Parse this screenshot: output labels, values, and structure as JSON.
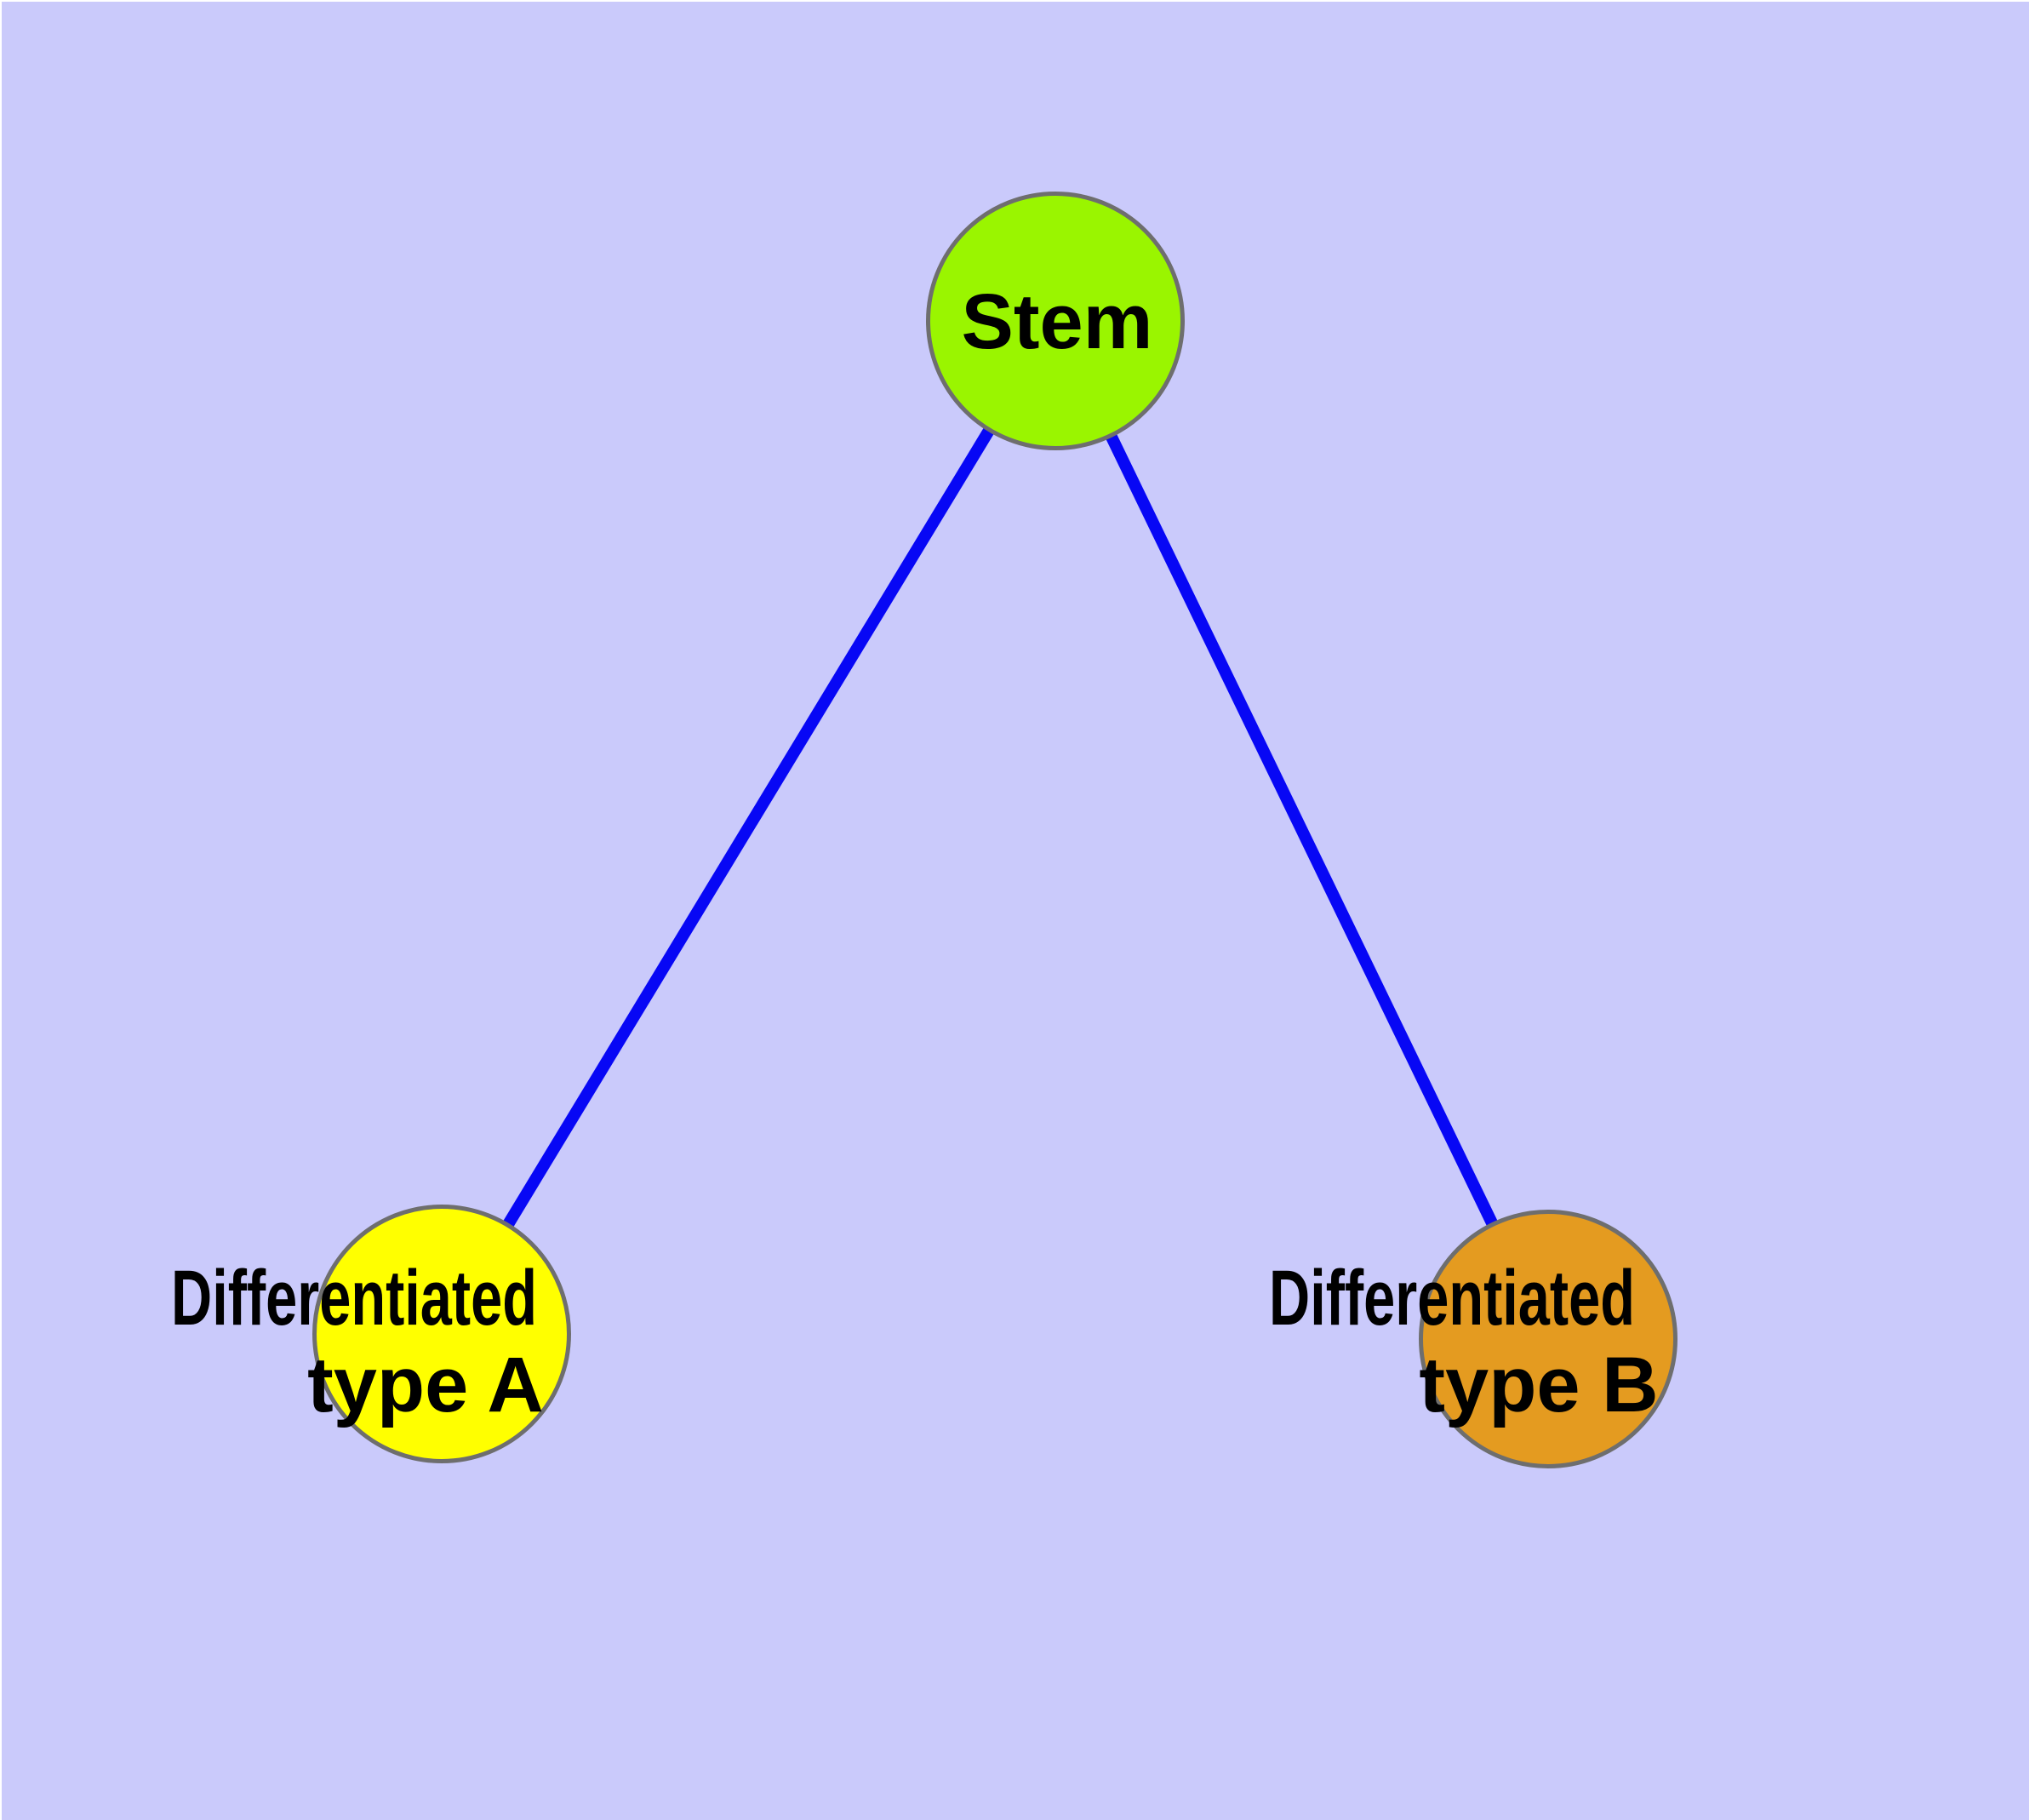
{
  "diagram": {
    "background_color": "#cacafb",
    "text_color": "#000000",
    "node_border_color": "#6e6e6e",
    "edge_color": "#0707f5",
    "nodes": [
      {
        "id": "stem",
        "lines": [
          "Stem"
        ],
        "label": "Stem",
        "fill": "#9af500"
      },
      {
        "id": "diff-a",
        "lines": [
          "Differentiated",
          "type A"
        ],
        "label": "Differentiated type A",
        "fill": "#ffff00"
      },
      {
        "id": "diff-b",
        "lines": [
          "Differentiated",
          "type B"
        ],
        "label": "Differentiated type B",
        "fill": "#e49b20"
      }
    ],
    "edges": [
      {
        "from": "stem",
        "to": "diff-a"
      },
      {
        "from": "stem",
        "to": "diff-b"
      }
    ]
  }
}
